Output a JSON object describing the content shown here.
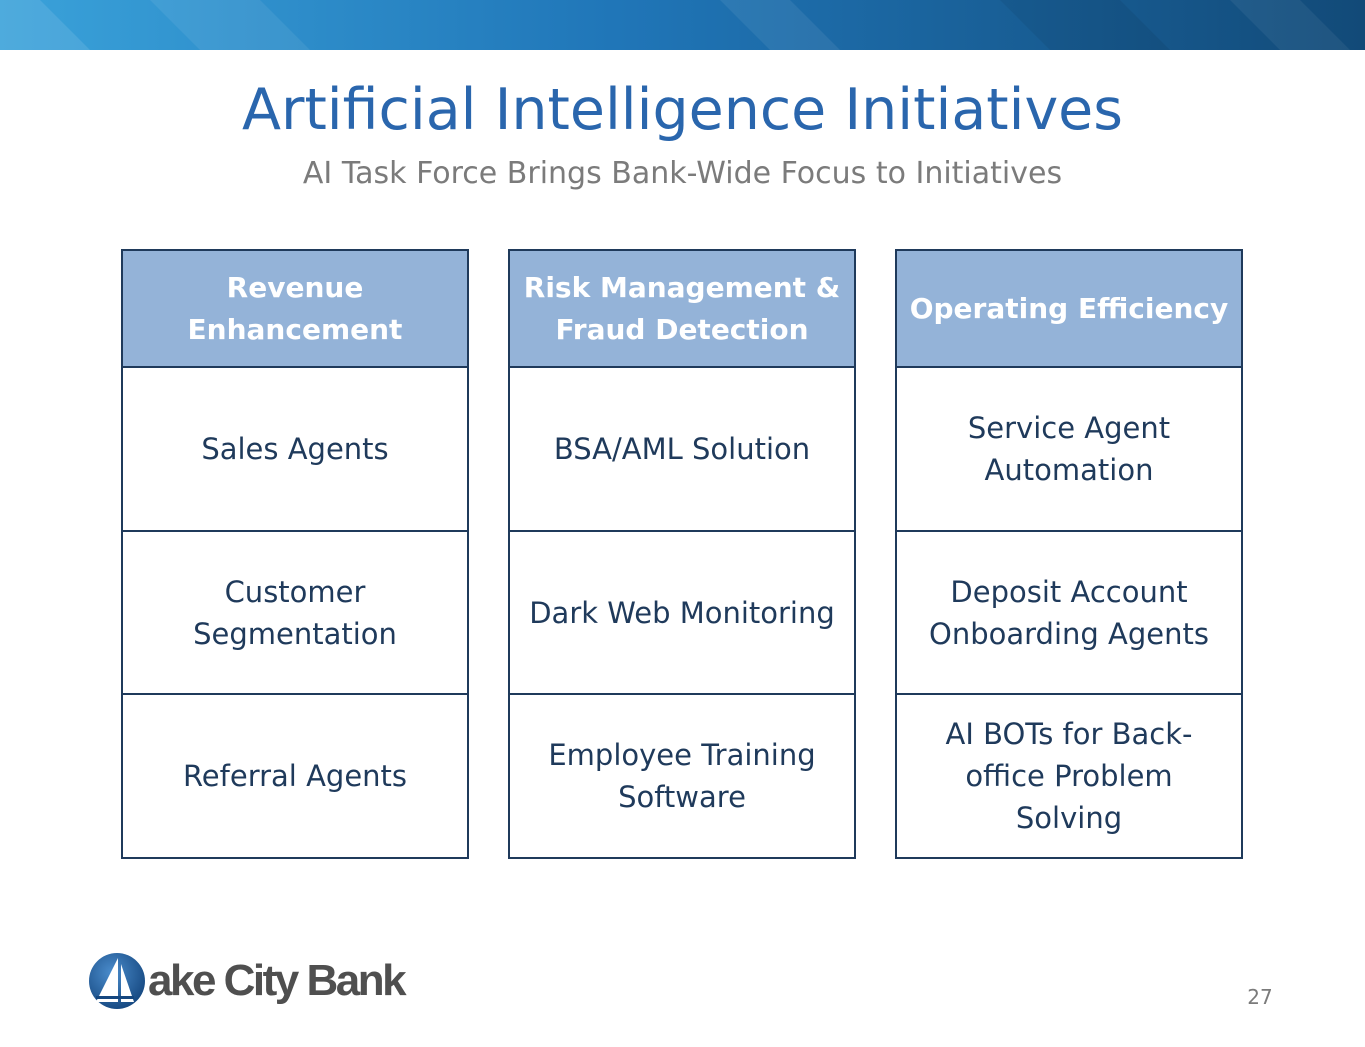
{
  "slide": {
    "title": "Artificial Intelligence Initiatives",
    "subtitle": "AI Task Force Brings Bank-Wide Focus to Initiatives",
    "page_number": "27"
  },
  "columns": [
    {
      "header": "Revenue Enhancement",
      "items": [
        "Sales Agents",
        "Customer Segmentation",
        "Referral Agents"
      ]
    },
    {
      "header": "Risk Management & Fraud Detection",
      "items": [
        "BSA/AML Solution",
        "Dark Web Monitoring",
        "Employee Training Software"
      ]
    },
    {
      "header": "Operating Efficiency",
      "items": [
        "Service Agent Automation",
        "Deposit Account Onboarding Agents",
        "AI BOTs for Back-office Problem Solving"
      ]
    }
  ],
  "logo": {
    "text": "ake City Bank"
  },
  "colors": {
    "title": "#2a66ad",
    "subtitle": "#7b7b7b",
    "header_fill": "#94b3d8",
    "border": "#1f3a5b",
    "cell_text": "#1f3a5b",
    "banner_light": "#3aa2da",
    "banner_dark": "#124a78"
  },
  "icons": {
    "logo_mark": "sailboat-globe-icon"
  }
}
